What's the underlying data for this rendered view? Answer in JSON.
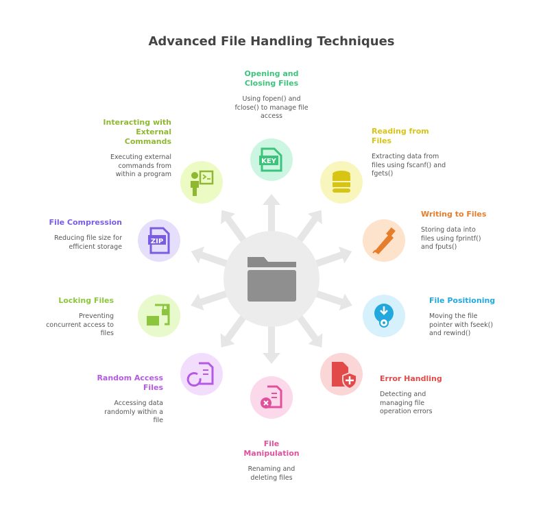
{
  "title": "Advanced File Handling Techniques",
  "center_icon": "folder-icon",
  "nodes": [
    {
      "id": "opening",
      "title": "Opening and Closing Files",
      "desc": "Using fopen() and fclose() to manage file access",
      "icon": "key-file-icon",
      "color": "#3cc47c",
      "bg": "#cdf6e2"
    },
    {
      "id": "reading",
      "title": "Reading from Files",
      "desc": "Extracting data from files using fscanf() and fgets()",
      "icon": "database-icon",
      "color": "#d8c414",
      "bg": "#f8f6bc"
    },
    {
      "id": "writing",
      "title": "Writing to Files",
      "desc": "Storing data into files using fprintf() and fputs()",
      "icon": "pen-icon",
      "color": "#e57e2c",
      "bg": "#fde2cc"
    },
    {
      "id": "positioning",
      "title": "File Positioning",
      "desc": "Moving the file pointer with fseek() and rewind()",
      "icon": "location-pointer-icon",
      "color": "#22a8dc",
      "bg": "#d6f1fc"
    },
    {
      "id": "error",
      "title": "Error Handling",
      "desc": "Detecting and managing file operation errors",
      "icon": "file-shield-icon",
      "color": "#e24a4a",
      "bg": "#fbd6d6"
    },
    {
      "id": "manipulation",
      "title": "File Manipulation",
      "desc": "Renaming and deleting files",
      "icon": "file-delete-icon",
      "color": "#e0509c",
      "bg": "#fbd8ea"
    },
    {
      "id": "random",
      "title": "Random Access Files",
      "desc": "Accessing data randomly within a file",
      "icon": "file-refresh-icon",
      "color": "#b45ae2",
      "bg": "#f2defc"
    },
    {
      "id": "locking",
      "title": "Locking Files",
      "desc": "Preventing concurrent access to files",
      "icon": "folder-lock-icon",
      "color": "#8cc63e",
      "bg": "#e8f9cc"
    },
    {
      "id": "compression",
      "title": "File Compression",
      "desc": "Reducing file size for efficient storage",
      "icon": "zip-file-icon",
      "color": "#7a5ce2",
      "bg": "#e6dffb"
    },
    {
      "id": "interacting",
      "title": "Interacting with External Commands",
      "desc": "Executing external commands from within a program",
      "icon": "terminal-user-icon",
      "color": "#8fb832",
      "bg": "#ecfac4"
    }
  ]
}
